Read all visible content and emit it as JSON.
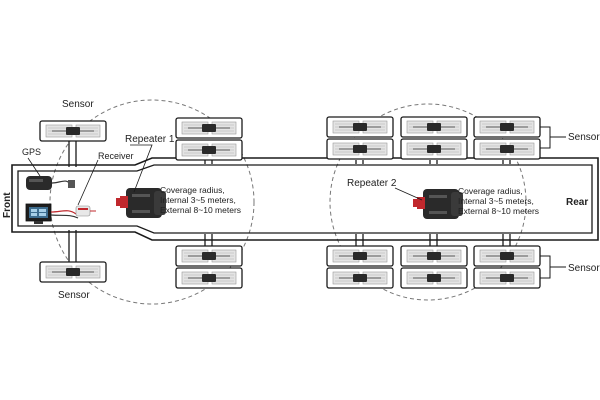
{
  "labels": {
    "front": "Front",
    "rear": "Rear",
    "gps": "GPS",
    "receiver": "Receiver",
    "repeater1": "Repeater 1",
    "repeater2": "Repeater 2",
    "sensor_front_top": "Sensor",
    "sensor_front_bottom": "Sensor",
    "sensor_rear_top": "Sensor",
    "sensor_rear_bottom": "Sensor"
  },
  "coverage1": {
    "line1": "Coverage radius,",
    "line2": "Internal 3~5 meters,",
    "line3": "External 8~10 meters"
  },
  "coverage2": {
    "line1": "Coverage radius,",
    "line2": "Internal 3~5 meters,",
    "line3": "External 8~10 meters"
  },
  "colors": {
    "line": "#1a1a1a",
    "dashed_circle": "#777777",
    "repeater_body": "#2a2a2a",
    "repeater_red": "#c0282d",
    "tire_gray": "#bdbdbd"
  }
}
